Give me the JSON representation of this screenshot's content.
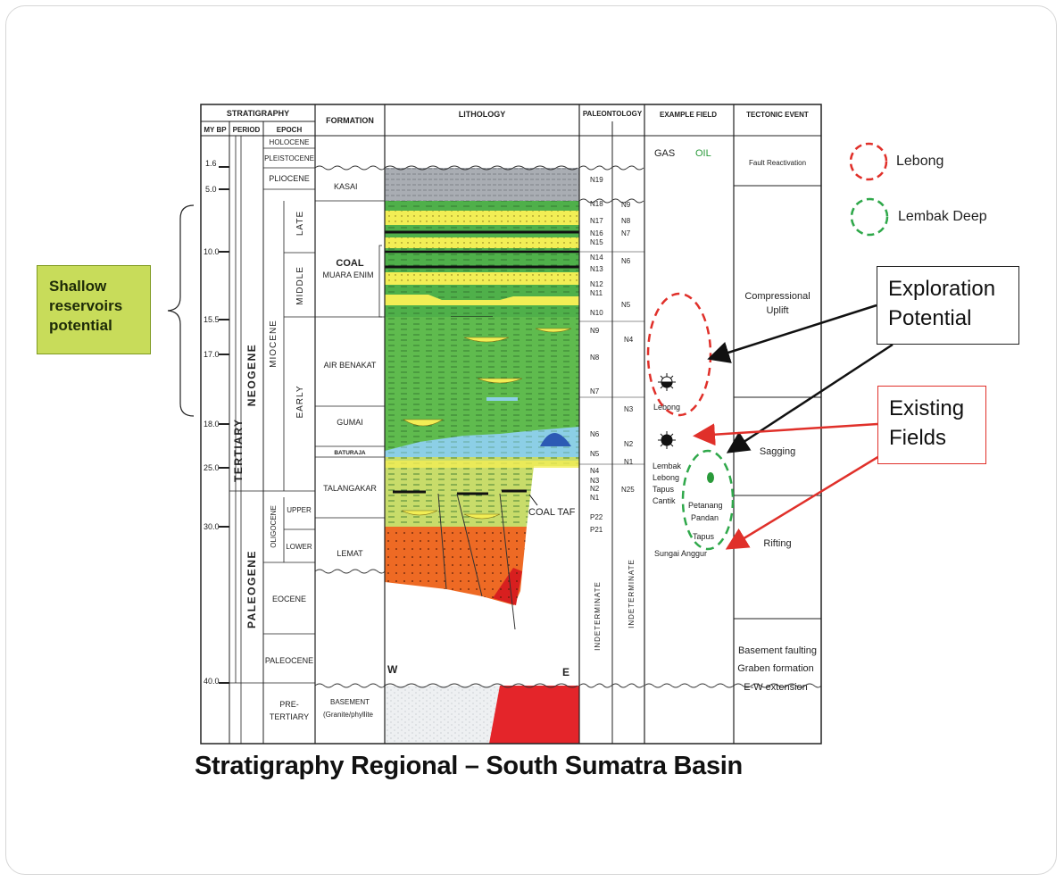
{
  "header": {
    "stratigraphy": "STRATIGRAPHY",
    "my_bp": "MY BP",
    "period": "PERIOD",
    "epoch": "EPOCH",
    "formation": "FORMATION",
    "lithology": "LITHOLOGY",
    "paleontology": "PALEONTOLOGY",
    "example_field": "EXAMPLE FIELD",
    "tectonic_event": "TECTONIC EVENT"
  },
  "ages": [
    "1.6",
    "5.0",
    "10.0",
    "15.5",
    "17.0",
    "18.0",
    "25.0",
    "30.0",
    "40.0"
  ],
  "periods": {
    "tertiary": "TERTIARY",
    "neogene": "NEOGENE",
    "paleogene": "PALEOGENE"
  },
  "epochs": {
    "holocene": "HOLOCENE",
    "pleistocene": "PLEISTOCENE",
    "pliocene": "PLIOCENE",
    "miocene": "MIOCENE",
    "late": "LATE",
    "middle": "MIDDLE",
    "early": "EARLY",
    "oligocene": "OLIGOCENE",
    "upper": "UPPER",
    "lower": "LOWER",
    "eocene": "EOCENE",
    "paleocene": "PALEOCENE",
    "pre": "PRE-",
    "tertiary": "TERTIARY"
  },
  "formations": {
    "kasai": "KASAI",
    "coal": "COAL",
    "muara_enim": "MUARA ENIM",
    "air_benakat": "AIR BENAKAT",
    "gumai": "GUMAI",
    "baturaja": "BATURAJA",
    "talangakar": "TALANGAKAR",
    "lemat": "LEMAT",
    "basement": "BASEMENT",
    "basement_sub": "(Granite/phyllite"
  },
  "lithology": {
    "coal_taf": "COAL TAF",
    "w": "W",
    "e": "E"
  },
  "paleo_left": [
    "N19",
    "N18",
    "N17",
    "N16",
    "N15",
    "N14",
    "N13",
    "N12",
    "N11",
    "N10",
    "N9",
    "N8",
    "N7",
    "N6",
    "N5",
    "N4",
    "N3",
    "N2",
    "N1",
    "P22",
    "P21",
    "INDETERMINATE"
  ],
  "paleo_right": [
    "N9",
    "N8",
    "N7",
    "N6",
    "N5",
    "N4",
    "N3",
    "N2",
    "N1",
    "N25",
    "INDETERMINATE"
  ],
  "fields": {
    "gas": "GAS",
    "oil": "OIL",
    "lebong": "Lebong",
    "lembak_list": [
      "Lembak",
      "Lebong",
      "Tapus",
      "Cantik"
    ],
    "petanang_list": [
      "Petanang",
      "Pandan",
      "Tapus",
      "Sungai Anggur"
    ]
  },
  "tectonics": {
    "fault_reactivation": "Fault Reactivation",
    "compressional": "Compressional",
    "uplift": "Uplift",
    "sagging": "Sagging",
    "rifting": "Rifting",
    "basement_lines": [
      "Basement faulting",
      "Graben formation",
      "E-W extension"
    ]
  },
  "shallow_label": [
    "Shallow",
    "reservoirs",
    "potential"
  ],
  "legend": {
    "lebong": "Lebong",
    "lembak_deep": "Lembak Deep"
  },
  "callouts": {
    "exploration": [
      "Exploration",
      "Potential"
    ],
    "existing": [
      "Existing",
      "Fields"
    ]
  },
  "caption": "Stratigraphy Regional – South Sumatra Basin",
  "colors": {
    "oil_green": "#2a9a3a",
    "lebong_red": "#e0302a",
    "lembak_green": "#2fa84a",
    "shallow_fill": "#c8dc5a",
    "sand_yellow": "#f2ee55",
    "shale_green": "#4fb04a",
    "limestone_blue": "#8ccfe6",
    "lemat_orange": "#ee6a24",
    "basement_red": "#e4252a"
  }
}
